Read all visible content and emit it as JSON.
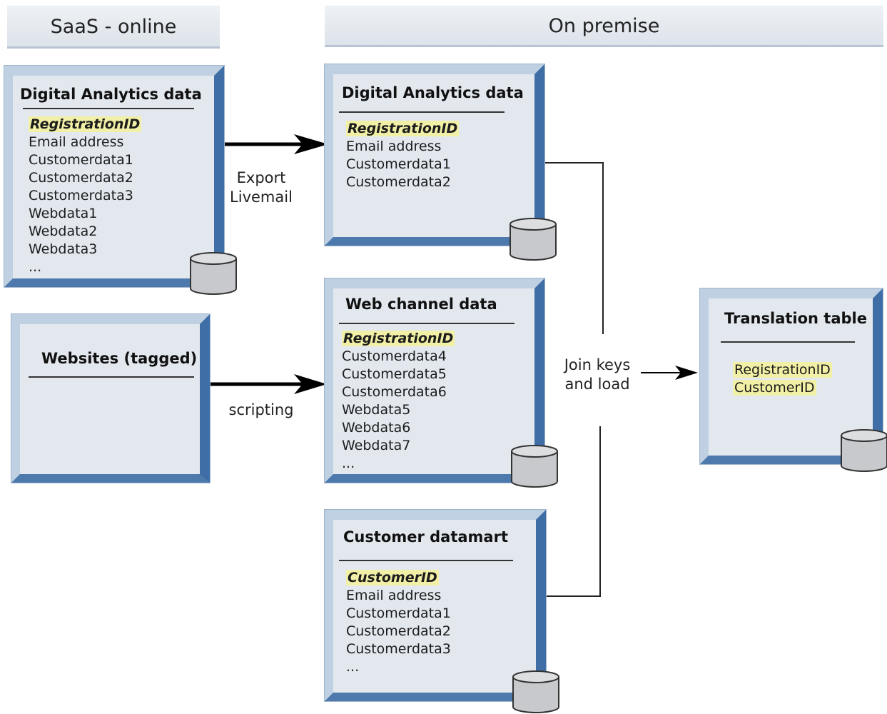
{
  "headers": {
    "saas": "SaaS - online",
    "onprem": "On premise"
  },
  "panels": {
    "da_online": {
      "title": "Digital Analytics data",
      "fields": [
        "RegistrationID",
        "Email address",
        "Customerdata1",
        "Customerdata2",
        "Customerdata3",
        "Webdata1",
        "Webdata2",
        "Webdata3",
        "..."
      ]
    },
    "websites": {
      "title": "Websites (tagged)"
    },
    "da_onprem": {
      "title": "Digital Analytics data",
      "fields": [
        "RegistrationID",
        "Email address",
        "Customerdata1",
        "Customerdata2"
      ]
    },
    "web_channel": {
      "title": "Web channel data",
      "fields": [
        "RegistrationID",
        "Customerdata4",
        "Customerdata5",
        "Customerdata6",
        "Webdata5",
        "Webdata6",
        "Webdata7",
        "..."
      ]
    },
    "customer_datamart": {
      "title": "Customer datamart",
      "fields": [
        "CustomerID",
        "Email address",
        "Customerdata1",
        "Customerdata2",
        "Customerdata3",
        "..."
      ]
    },
    "translation": {
      "title": "Translation table",
      "fields": [
        "RegistrationID",
        "CustomerID"
      ]
    }
  },
  "labels": {
    "export": [
      "Export",
      "Livemail"
    ],
    "scripting": "scripting",
    "join": [
      "Join keys",
      "and load"
    ]
  },
  "colors": {
    "panel_fill": "#e3e8ef",
    "panel_frame_dark": "#3f6ea6",
    "panel_frame_light": "#bfd0e2",
    "key_highlight": "#f1f0a6",
    "header_fill": "#dde3ea"
  },
  "icons": [
    "database-icon"
  ]
}
